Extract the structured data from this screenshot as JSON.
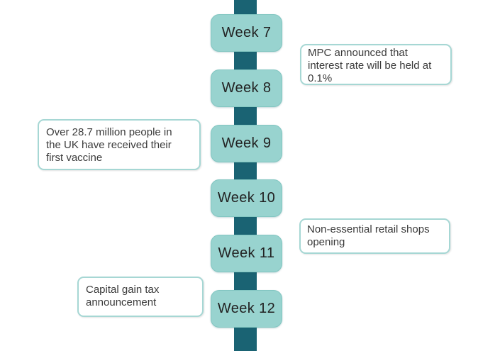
{
  "timeline": {
    "weeks": [
      {
        "label": "Week 7"
      },
      {
        "label": "Week 8"
      },
      {
        "label": "Week 9"
      },
      {
        "label": "Week 10"
      },
      {
        "label": "Week 11"
      },
      {
        "label": "Week 12"
      }
    ],
    "notes": [
      {
        "id": "mpc",
        "side": "right",
        "text": "MPC announced that\ninterest rate will be held at\n0.1%"
      },
      {
        "id": "vaccine",
        "side": "left",
        "text": "Over 28.7 million people in\nthe UK have received their\nfirst vaccine"
      },
      {
        "id": "retail",
        "side": "right",
        "text": "Non-essential retail shops\nopening"
      },
      {
        "id": "tax",
        "side": "left",
        "text": "Capital gain tax\nannouncement"
      }
    ],
    "colors": {
      "bar": "#1a6373",
      "week_fill": "#98d3cf",
      "week_border": "#82c6c1",
      "note_border": "#a6d7d4",
      "label_text": "#222222",
      "note_text": "#3a3a3a"
    }
  }
}
